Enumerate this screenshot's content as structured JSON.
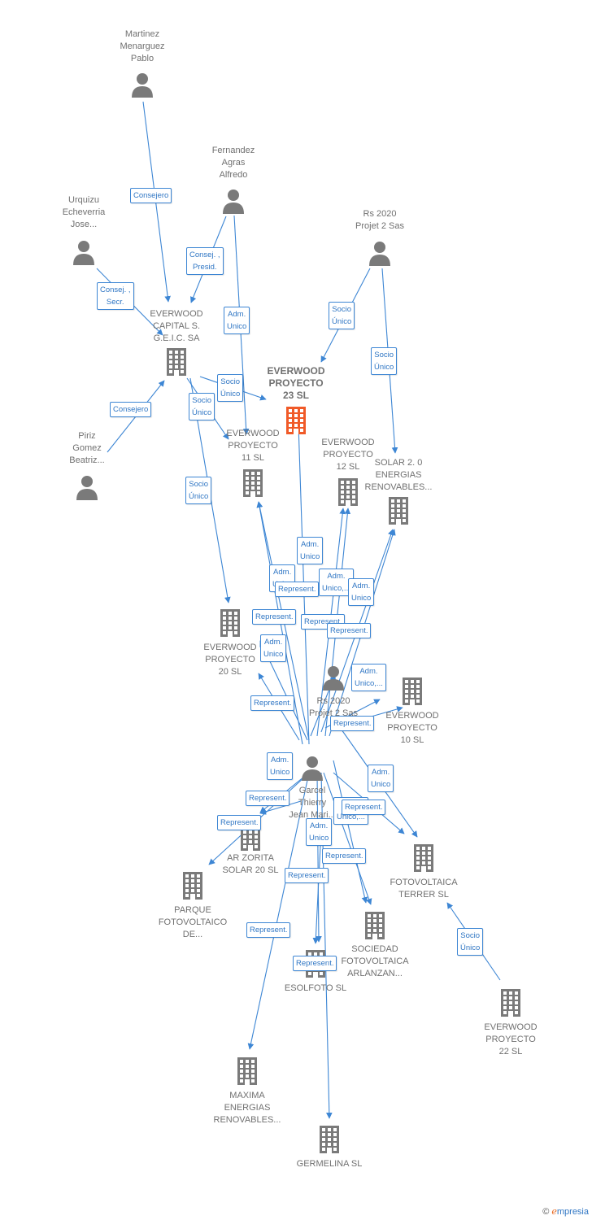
{
  "nodes": [
    {
      "id": "martinez",
      "kind": "person",
      "lines": [
        "Martinez",
        "Menarguez",
        "Pablo"
      ]
    },
    {
      "id": "fernandez",
      "kind": "person",
      "lines": [
        "Fernandez",
        "Agras",
        "Alfredo"
      ]
    },
    {
      "id": "urquizu",
      "kind": "person",
      "lines": [
        "Urquizu",
        "Echeverria",
        "Jose..."
      ]
    },
    {
      "id": "rs2020a",
      "kind": "person",
      "lines": [
        "Rs 2020",
        "Projet 2 Sas"
      ]
    },
    {
      "id": "piriz",
      "kind": "person",
      "lines": [
        "Piriz",
        "Gomez",
        "Beatriz..."
      ]
    },
    {
      "id": "capital",
      "kind": "company",
      "lines": [
        "EVERWOOD",
        "CAPITAL S.",
        "G.E.I.C. SA"
      ]
    },
    {
      "id": "p23",
      "kind": "company",
      "main": true,
      "lines": [
        "EVERWOOD",
        "PROYECTO",
        "23  SL"
      ]
    },
    {
      "id": "p11",
      "kind": "company",
      "lines": [
        "EVERWOOD",
        "PROYECTO",
        "11  SL"
      ]
    },
    {
      "id": "p12",
      "kind": "company",
      "lines": [
        "EVERWOOD",
        "PROYECTO",
        "12  SL"
      ]
    },
    {
      "id": "solar2",
      "kind": "company",
      "lines": [
        "SOLAR 2. 0",
        "ENERGIAS",
        "RENOVABLES..."
      ]
    },
    {
      "id": "p20",
      "kind": "company",
      "lines": [
        "EVERWOOD",
        "PROYECTO",
        "20  SL"
      ]
    },
    {
      "id": "rs2020b",
      "kind": "person",
      "lines": [
        "Rs 2020",
        "Projet 2 Sas"
      ]
    },
    {
      "id": "p10",
      "kind": "company",
      "lines": [
        "EVERWOOD",
        "PROYECTO",
        "10  SL"
      ]
    },
    {
      "id": "garcel",
      "kind": "person",
      "lines": [
        "Garcel",
        "Thierry",
        "Jean Mari..."
      ]
    },
    {
      "id": "zorita",
      "kind": "company",
      "lines": [
        "AR ZORITA",
        "SOLAR 20 SL"
      ]
    },
    {
      "id": "parque",
      "kind": "company",
      "lines": [
        "PARQUE",
        "FOTOVOLTAICO",
        "DE..."
      ]
    },
    {
      "id": "terrer",
      "kind": "company",
      "lines": [
        "FOTOVOLTAICA",
        "TERRER  SL"
      ]
    },
    {
      "id": "sociedad",
      "kind": "company",
      "lines": [
        "SOCIEDAD",
        "FOTOVOLTAICA",
        "ARLANZAN..."
      ]
    },
    {
      "id": "esolfoto",
      "kind": "company",
      "lines": [
        "ESOLFOTO  SL"
      ]
    },
    {
      "id": "p22",
      "kind": "company",
      "lines": [
        "EVERWOOD",
        "PROYECTO",
        "22  SL"
      ]
    },
    {
      "id": "maxima",
      "kind": "company",
      "lines": [
        "MAXIMA",
        "ENERGIAS",
        "RENOVABLES..."
      ]
    },
    {
      "id": "germelina",
      "kind": "company",
      "lines": [
        "GERMELINA SL"
      ]
    }
  ],
  "edge_labels": [
    {
      "id": "l1",
      "lines": [
        "Consejero"
      ]
    },
    {
      "id": "l2",
      "lines": [
        "Consej. ,",
        "Presid."
      ]
    },
    {
      "id": "l3",
      "lines": [
        "Consej. ,",
        "Secr."
      ]
    },
    {
      "id": "l4",
      "lines": [
        "Adm.",
        "Unico"
      ]
    },
    {
      "id": "l5",
      "lines": [
        "Socio",
        "Único"
      ]
    },
    {
      "id": "l6",
      "lines": [
        "Socio",
        "Único"
      ]
    },
    {
      "id": "l7",
      "lines": [
        "Socio",
        "Único"
      ]
    },
    {
      "id": "l8",
      "lines": [
        "Socio",
        "Único"
      ]
    },
    {
      "id": "l9",
      "lines": [
        "Consejero"
      ]
    },
    {
      "id": "l10",
      "lines": [
        "Socio",
        "Único"
      ]
    },
    {
      "id": "l11",
      "lines": [
        "Adm.",
        "Unico"
      ]
    },
    {
      "id": "l12",
      "lines": [
        "Adm.",
        "Unico"
      ]
    },
    {
      "id": "l13",
      "lines": [
        "Represent."
      ]
    },
    {
      "id": "l14",
      "lines": [
        "Adm.",
        "Unico,..."
      ]
    },
    {
      "id": "l15",
      "lines": [
        "Adm.",
        "Unico"
      ]
    },
    {
      "id": "l16",
      "lines": [
        "Represent."
      ]
    },
    {
      "id": "l17",
      "lines": [
        "Represent."
      ]
    },
    {
      "id": "l18",
      "lines": [
        "Represent."
      ]
    },
    {
      "id": "l19",
      "lines": [
        "Adm.",
        "Unico"
      ]
    },
    {
      "id": "l20",
      "lines": [
        "Adm.",
        "Unico,..."
      ]
    },
    {
      "id": "l21",
      "lines": [
        "Represent."
      ]
    },
    {
      "id": "l22",
      "lines": [
        "Represent."
      ]
    },
    {
      "id": "l23",
      "lines": [
        "Adm.",
        "Unico"
      ]
    },
    {
      "id": "l24",
      "lines": [
        "Adm.",
        "Unico"
      ]
    },
    {
      "id": "l25",
      "lines": [
        "Represent."
      ]
    },
    {
      "id": "l26",
      "lines": [
        "Adm.",
        "Unico,..."
      ]
    },
    {
      "id": "l27",
      "lines": [
        "Represent."
      ]
    },
    {
      "id": "l28",
      "lines": [
        "Represent."
      ]
    },
    {
      "id": "l29",
      "lines": [
        "Adm.",
        "Unico"
      ]
    },
    {
      "id": "l30",
      "lines": [
        "Represent."
      ]
    },
    {
      "id": "l31",
      "lines": [
        "Represent."
      ]
    },
    {
      "id": "l32",
      "lines": [
        "Socio",
        "Único"
      ]
    },
    {
      "id": "l33",
      "lines": [
        "Represent."
      ]
    },
    {
      "id": "l34",
      "lines": [
        "Represent."
      ]
    }
  ],
  "colors": {
    "edge": "#3d86d4",
    "node_icon": "#7a7a7a",
    "main_icon": "#f05a28"
  },
  "brand": {
    "copyright": "©",
    "name": "mpresia",
    "initial": "e"
  }
}
